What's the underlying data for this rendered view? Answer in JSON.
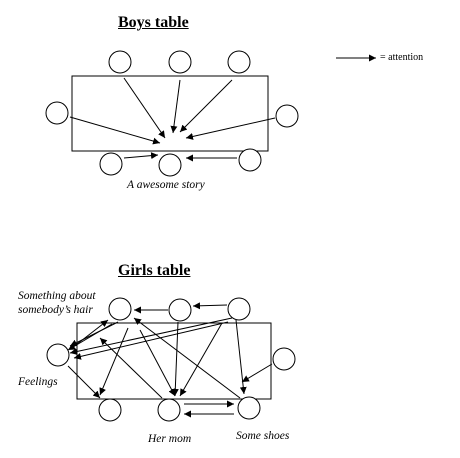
{
  "boys": {
    "title": "Boys table",
    "caption": "A awesome story"
  },
  "girls": {
    "title": "Girls table",
    "topic_hair": [
      "Something about",
      "somebody’s hair"
    ],
    "topic_feelings": "Feelings",
    "topic_mom": "Her mom",
    "topic_shoes": "Some shoes"
  },
  "legend": {
    "label": "= attention"
  }
}
